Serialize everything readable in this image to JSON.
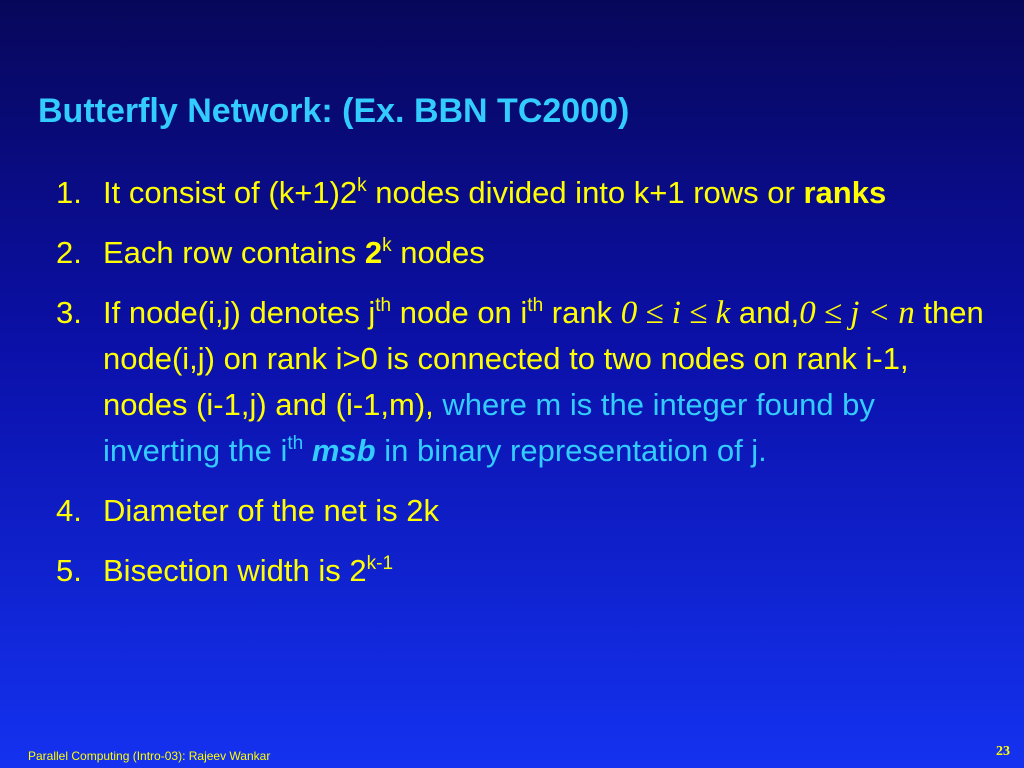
{
  "slide": {
    "title": "Butterfly Network: (Ex. BBN TC2000)",
    "items": [
      {
        "number": "1.",
        "p1": "It consist of (k+1)2",
        "sup1": "k",
        "p2": " nodes divided into k+1 rows or ",
        "bold": "ranks"
      },
      {
        "number": "2.",
        "p1": "Each row contains ",
        "bold": "2",
        "sup1": "k",
        "p2": " nodes"
      },
      {
        "number": "3.",
        "p1": "If node(i,j) denotes j",
        "sup1": "th",
        "p2": " node on i",
        "sup2": "th",
        "p3": " rank ",
        "math1": "0 ≤ i ≤ k",
        "p4": " and,",
        "math2": "0 ≤  j < n",
        "p5": " then node(i,j) on rank i>0 is connected to two nodes on rank i-1, nodes (i-1,j) and (i-1,m), ",
        "cyan1": "where m is the integer found by inverting the i",
        "sup3": "th",
        "cyan_bold": "msb",
        "cyan2": " in binary representation of j."
      },
      {
        "number": "4.",
        "p1": "Diameter of the net is 2k"
      },
      {
        "number": "5.",
        "p1": "Bisection width is 2",
        "sup1": "k-1"
      }
    ],
    "footer_left": "Parallel Computing (Intro-03): Rajeev Wankar",
    "page_number": "23"
  }
}
